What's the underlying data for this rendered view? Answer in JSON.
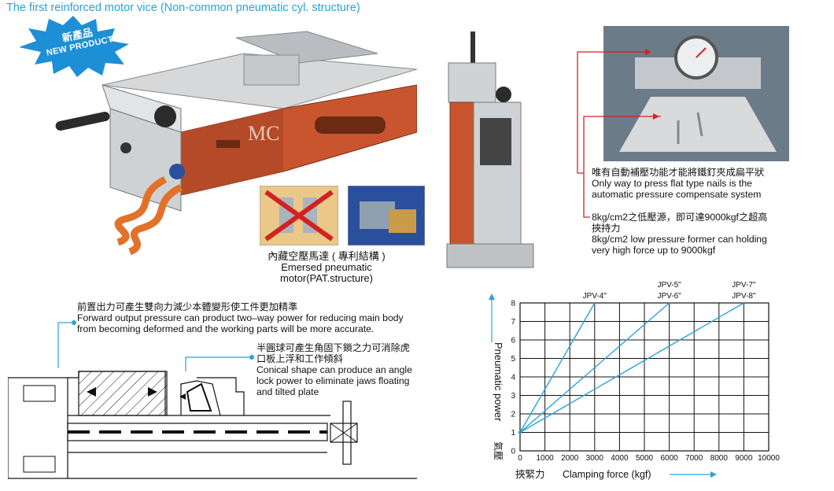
{
  "headline": "The first reinforced motor vice (Non-common pneumatic cyl. structure)",
  "badge": {
    "zh": "新產品",
    "en": "NEW PRODUCT"
  },
  "inset_caption": {
    "zh": "內藏空壓馬達 ( 專利結構 )",
    "en1": "Emersed pneumatic",
    "en2": "motor(PAT.structure)"
  },
  "vice_marking": "MC",
  "gauge_notes": {
    "note1": {
      "zh": "唯有自動補壓功能才能將鐵釘夾成扁平狀",
      "en1": "Only way to press flat type nails is the",
      "en2": "automatic pressure compensate system"
    },
    "note2": {
      "zh1": "8kg/cm2之低壓源，即可達9000kgf之超高",
      "zh2": "挾持力",
      "en1": "8kg/cm2 low pressure former can holding",
      "en2": "very high force up to 9000kgf"
    }
  },
  "drawing_notes": {
    "note1": {
      "zh": "前置出力可產生雙向力減少本體變形使工件更加精準",
      "en1": "Forward output pressure can product two–way power for reducing main body",
      "en2": "from becoming deformed and the working parts will be more accurate."
    },
    "note2": {
      "zh1": "半圓球可產生角固下鎖之力可消除虎",
      "zh2": "口板上浮和工作傾斜",
      "en1": "Conical shape can produce an angle",
      "en2": "lock power  to eliminate jaws  floating",
      "en3": "and tilted plate"
    }
  },
  "colors": {
    "accent": "#2aa3d6",
    "vice_body": "#c9552f",
    "badge": "#1d8fd6",
    "hose": "#e2712a"
  },
  "chart_data": {
    "type": "line",
    "xlabel_zh": "挾緊力",
    "xlabel": "Clamping force (kgf)",
    "ylabel": "Pneumatic power",
    "ylabel_zh": "氣壓",
    "x_ticks": [
      "0",
      "1000",
      "2000",
      "3000",
      "4000",
      "5000",
      "6000",
      "7000",
      "8000",
      "9000",
      "10000"
    ],
    "y_ticks": [
      "0",
      "1",
      "2",
      "3",
      "4",
      "5",
      "6",
      "7",
      "8"
    ],
    "xlim": [
      0,
      10000
    ],
    "ylim": [
      0,
      8
    ],
    "grid": true,
    "series": [
      {
        "name": "JPV-4\"",
        "x": [
          0,
          3000
        ],
        "y": [
          1,
          8
        ]
      },
      {
        "name": "JPV-5\" JPV-6\"",
        "labels": [
          "JPV-5\"",
          "JPV-6\""
        ],
        "x": [
          0,
          6000
        ],
        "y": [
          1,
          8
        ]
      },
      {
        "name": "JPV-7\" JPV-8\"",
        "labels": [
          "JPV-7\"",
          "JPV-8\""
        ],
        "x": [
          0,
          9000
        ],
        "y": [
          1,
          8
        ]
      }
    ]
  }
}
